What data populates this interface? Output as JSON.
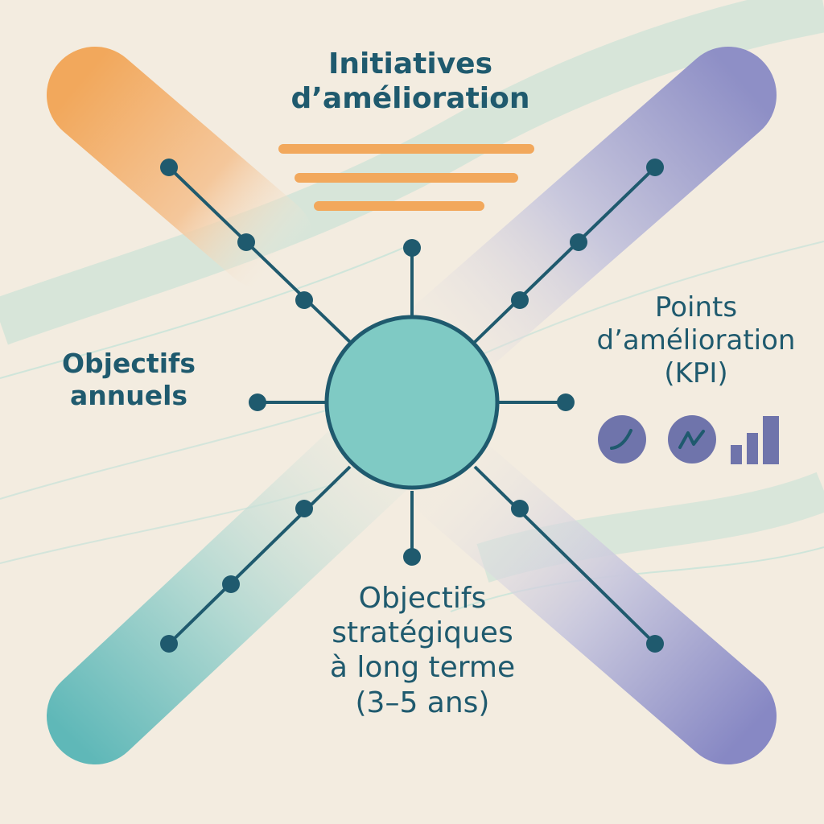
{
  "colors": {
    "background": "#f3ece0",
    "orange": "#f2a85c",
    "purple": "#8f90c8",
    "teal": "#6fc1c0",
    "hub": "#7fcac4",
    "line": "#1f5a6e",
    "wave": "#b7dccf"
  },
  "labels": {
    "top": [
      "Initiatives",
      "d’amélioration"
    ],
    "left": [
      "Objectifs",
      "annuels"
    ],
    "right": [
      "Points",
      "d’amélioration",
      "(KPI)"
    ],
    "bottom": [
      "Objectifs",
      "stratégiques",
      "à long terme",
      "(3–5 ans)"
    ]
  },
  "kpi_icons": [
    "trend-curve-icon",
    "zigzag-trend-icon",
    "bar-chart-icon"
  ]
}
